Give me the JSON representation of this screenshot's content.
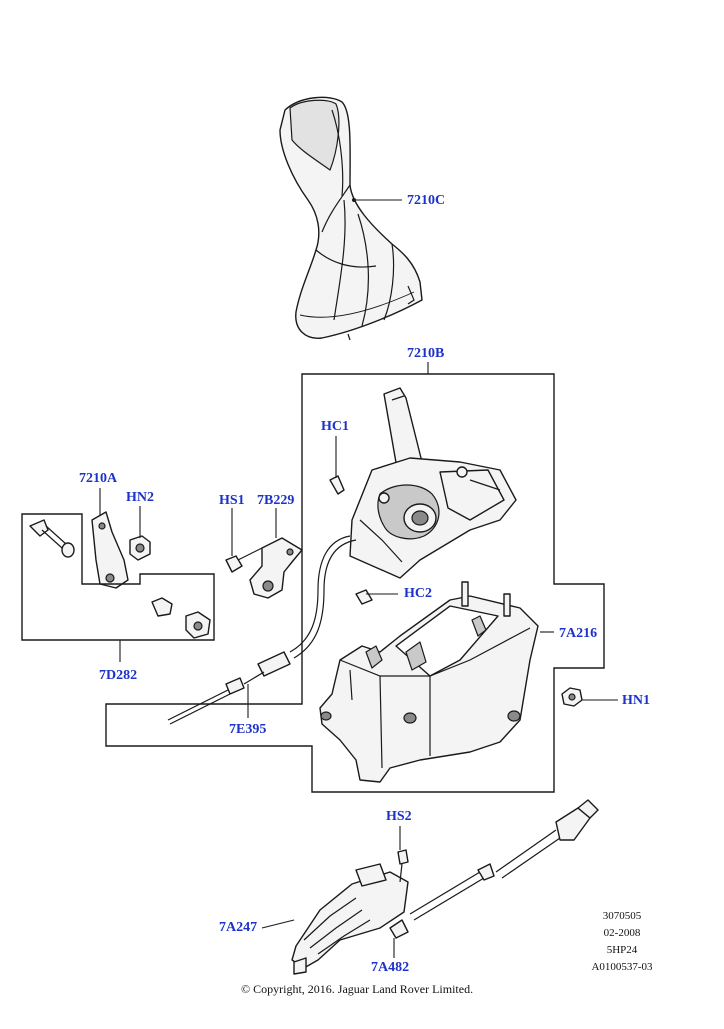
{
  "callouts": {
    "knob": "7210C",
    "selector_assembly": "7210B",
    "hc1": "HC1",
    "bracket_a": "7210A",
    "hn2": "HN2",
    "hs1": "HS1",
    "bracket_b": "7B229",
    "hc2": "HC2",
    "housing": "7A216",
    "hn1": "HN1",
    "kit": "7D282",
    "cable": "7E395",
    "hs2": "HS2",
    "lever": "7A247",
    "cable_end": "7A482"
  },
  "meta": {
    "line1": "3070505",
    "line2": "02-2008",
    "line3": "5HP24",
    "line4": "A0100537-03"
  },
  "copyright": "© Copyright, 2016. Jaguar Land Rover Limited.",
  "colors": {
    "callout": "#1c32c8",
    "line": "#1a1a1a"
  }
}
